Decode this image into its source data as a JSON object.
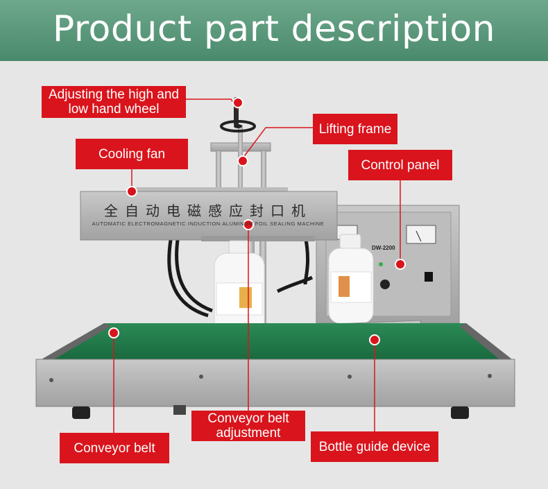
{
  "header": {
    "title": "Product part description"
  },
  "machine": {
    "nameplate_cn": "全自动电磁感应封口机",
    "nameplate_en": "AUTOMATIC ELECTROMAGNETIC INDUCTION ALUMINUM FOIL SEALING MACHINE",
    "model": "DW-2200"
  },
  "labels": {
    "hand_wheel": "Adjusting the high and low hand wheel",
    "lifting_frame": "Lifting frame",
    "cooling_fan": "Cooling fan",
    "control_panel": "Control panel",
    "conveyor_belt_adjustment": "Conveyor belt adjustment",
    "conveyor_belt": "Conveyor belt",
    "bottle_guide": "Bottle guide device"
  },
  "colors": {
    "label_bg": "#d9141c",
    "leader_line": "#d9141c",
    "banner": "#5a9a7b",
    "belt": "#1f7a4a"
  }
}
